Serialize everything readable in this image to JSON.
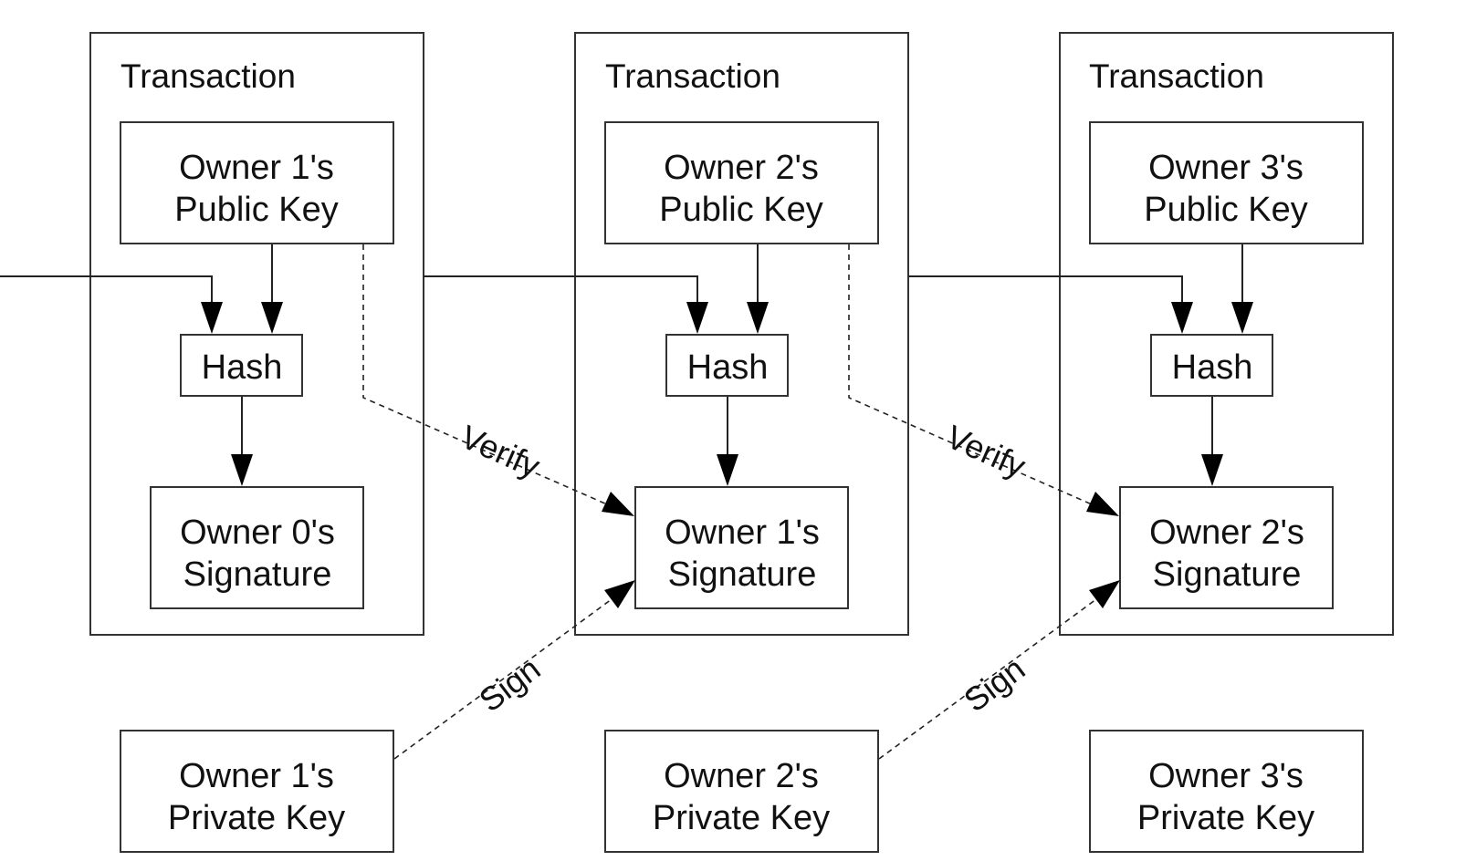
{
  "transactions": [
    {
      "title": "Transaction",
      "public_key": {
        "line1": "Owner 1's",
        "line2": "Public Key"
      },
      "hash": "Hash",
      "signature": {
        "line1": "Owner 0's",
        "line2": "Signature"
      }
    },
    {
      "title": "Transaction",
      "public_key": {
        "line1": "Owner 2's",
        "line2": "Public Key"
      },
      "hash": "Hash",
      "signature": {
        "line1": "Owner 1's",
        "line2": "Signature"
      }
    },
    {
      "title": "Transaction",
      "public_key": {
        "line1": "Owner 3's",
        "line2": "Public Key"
      },
      "hash": "Hash",
      "signature": {
        "line1": "Owner 2's",
        "line2": "Signature"
      }
    }
  ],
  "private_keys": [
    {
      "line1": "Owner 1's",
      "line2": "Private Key"
    },
    {
      "line1": "Owner 2's",
      "line2": "Private Key"
    },
    {
      "line1": "Owner 3's",
      "line2": "Private Key"
    }
  ],
  "edge_labels": {
    "verify": "Verify",
    "sign": "Sign"
  },
  "colors": {
    "line": "#222222",
    "box_border": "#333333",
    "text": "#111111",
    "background": "#ffffff"
  }
}
